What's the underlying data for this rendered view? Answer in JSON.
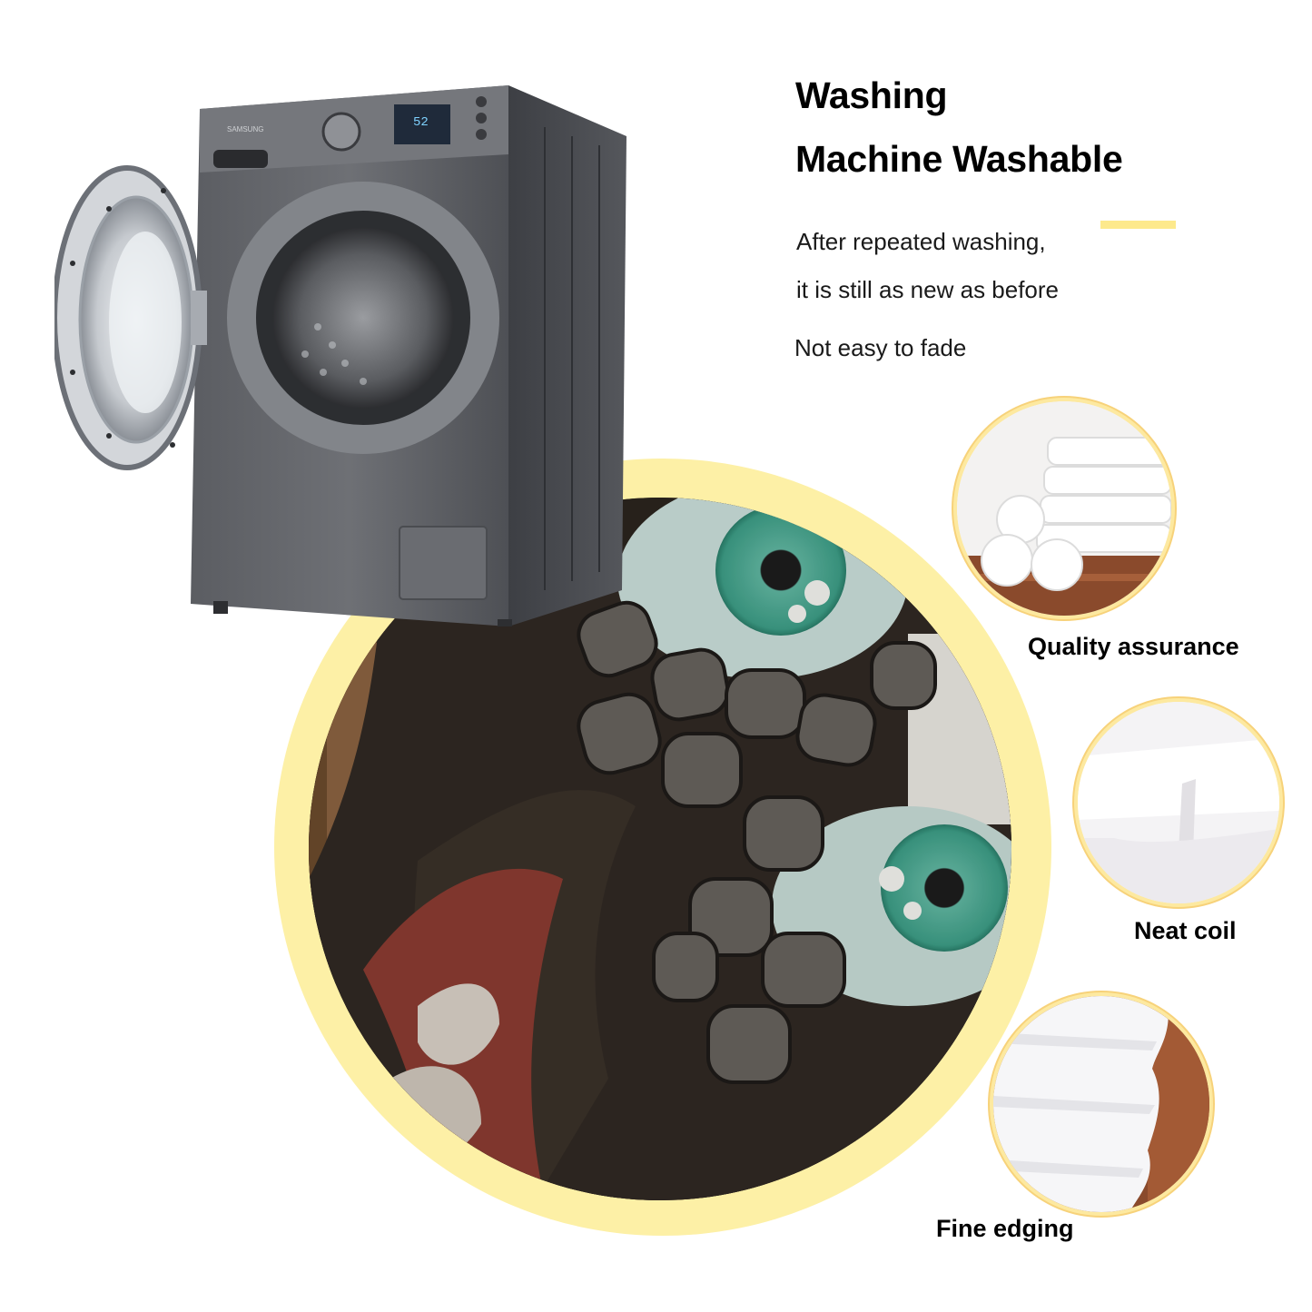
{
  "headline": {
    "line1": "Washing",
    "line2": "Machine Washable"
  },
  "description": {
    "line1": "After repeated washing,",
    "line2": "it is still as new as before",
    "line3": "Not easy to fade"
  },
  "machine": {
    "brand": "SAMSUNG",
    "display": "52"
  },
  "features": [
    {
      "label": "Quality assurance",
      "icon": "stacked-towels-photo"
    },
    {
      "label": "Neat coil",
      "icon": "fabric-closeup-photo"
    },
    {
      "label": "Fine edging",
      "icon": "towel-edge-photo"
    }
  ],
  "colors": {
    "accent_yellow": "#fde98c",
    "ring_yellow": "#fdf0a6",
    "machine_gray": "#5f6166"
  }
}
